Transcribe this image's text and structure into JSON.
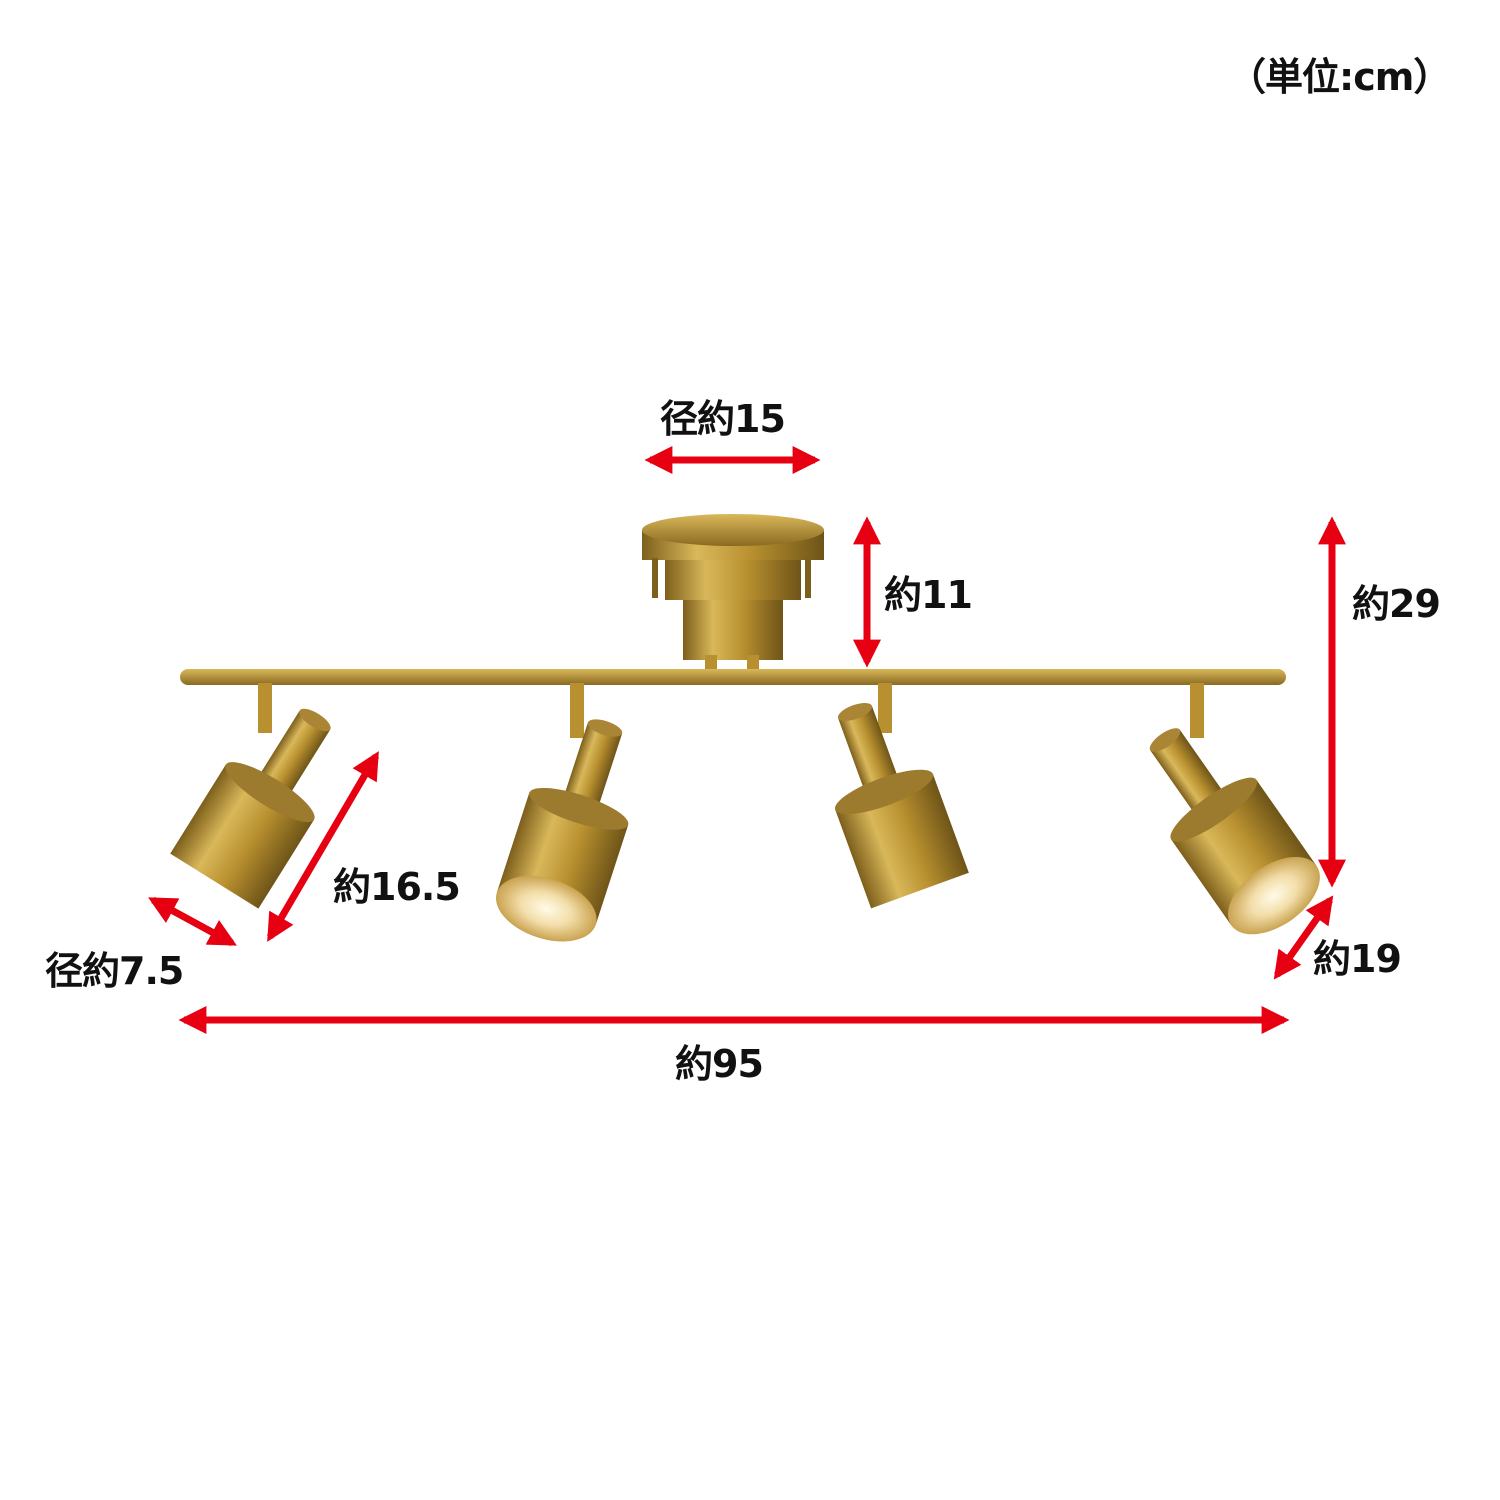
{
  "unit_label": "（単位:cm）",
  "dimensions": {
    "canopy_diameter": "径約15",
    "canopy_height": "約11",
    "total_height": "約29",
    "shade_length": "約16.5",
    "shade_diameter": "径約7.5",
    "depth": "約19",
    "total_width": "約95"
  },
  "colors": {
    "arrow": "#e60012",
    "brass": "#b8902f",
    "brass_light": "#d9b85a",
    "brass_dark": "#7d5f1c",
    "text": "#111111"
  }
}
